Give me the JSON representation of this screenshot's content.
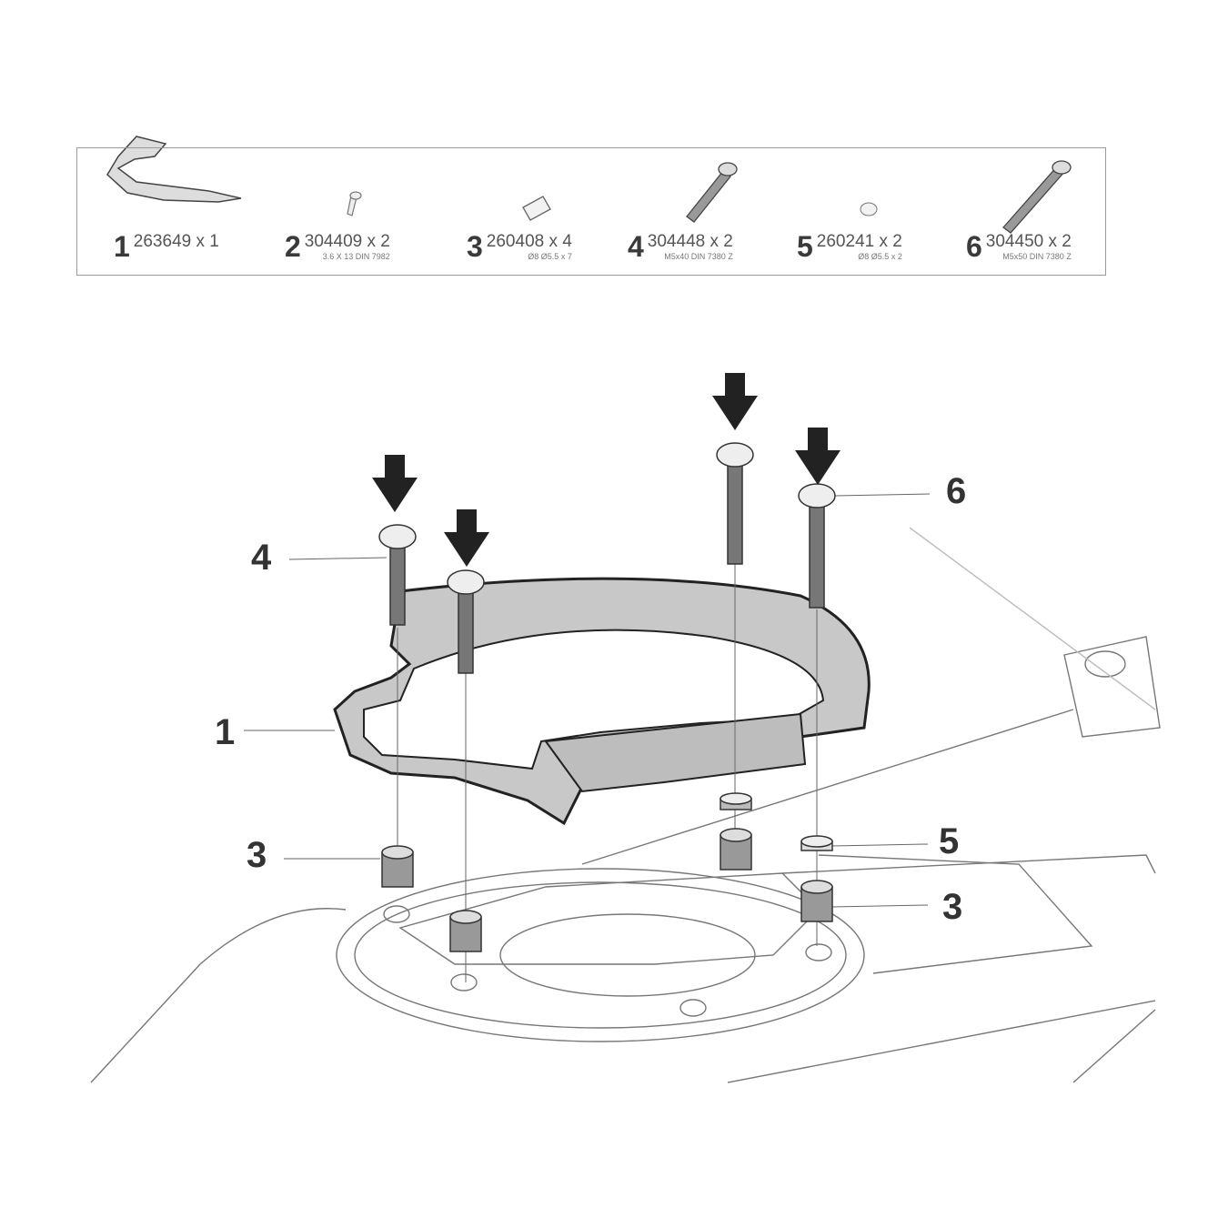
{
  "parts": [
    {
      "number": "1",
      "code": "263649 x 1",
      "spec": ""
    },
    {
      "number": "2",
      "code": "304409 x 2",
      "spec": "3.6 X 13 DIN 7982"
    },
    {
      "number": "3",
      "code": "260408 x 4",
      "spec": "Ø8 Ø5.5 x 7"
    },
    {
      "number": "4",
      "code": "304448 x 2",
      "spec": "M5x40 DIN 7380 Z"
    },
    {
      "number": "5",
      "code": "260241 x 2",
      "spec": "Ø8 Ø5.5 x 2"
    },
    {
      "number": "6",
      "code": "304450 x 2",
      "spec": "M5x50 DIN 7380 Z"
    }
  ],
  "callouts": [
    "4",
    "1",
    "3",
    "6",
    "5",
    "3"
  ]
}
